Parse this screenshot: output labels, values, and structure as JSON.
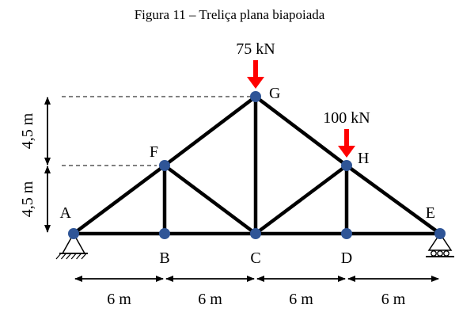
{
  "caption": "Figura 11 – Treliça plana biapoiada",
  "nodes": [
    {
      "id": "A",
      "label": "A"
    },
    {
      "id": "B",
      "label": "B"
    },
    {
      "id": "C",
      "label": "C"
    },
    {
      "id": "D",
      "label": "D"
    },
    {
      "id": "E",
      "label": "E"
    },
    {
      "id": "F",
      "label": "F"
    },
    {
      "id": "G",
      "label": "G"
    },
    {
      "id": "H",
      "label": "H"
    }
  ],
  "members": [
    [
      "A",
      "B"
    ],
    [
      "B",
      "C"
    ],
    [
      "C",
      "D"
    ],
    [
      "D",
      "E"
    ],
    [
      "A",
      "F"
    ],
    [
      "F",
      "G"
    ],
    [
      "G",
      "H"
    ],
    [
      "H",
      "E"
    ],
    [
      "F",
      "B"
    ],
    [
      "F",
      "C"
    ],
    [
      "G",
      "C"
    ],
    [
      "C",
      "H"
    ],
    [
      "H",
      "D"
    ]
  ],
  "loads": [
    {
      "node": "G",
      "label": "75 kN"
    },
    {
      "node": "H",
      "label": "100 kN"
    }
  ],
  "supports": [
    {
      "node": "A",
      "type": "pinned"
    },
    {
      "node": "E",
      "type": "roller"
    }
  ],
  "horizontal_dimensions": [
    "6 m",
    "6 m",
    "6 m",
    "6 m"
  ],
  "vertical_dimensions": [
    "4,5 m",
    "4,5 m"
  ],
  "colors": {
    "member": "#000000",
    "node": "#2f5597",
    "load": "#ff0000"
  }
}
